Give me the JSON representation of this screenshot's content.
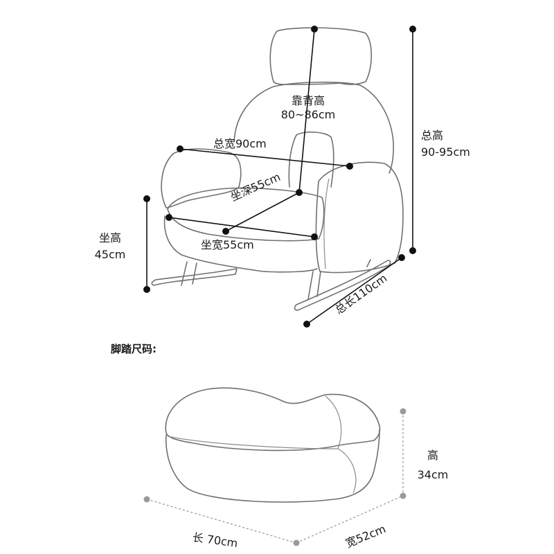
{
  "chair": {
    "backrest_height": {
      "label": "靠背高",
      "value": "80~86cm"
    },
    "total_width": {
      "label": "总宽90cm"
    },
    "total_height": {
      "label": "总高",
      "value": "90-95cm"
    },
    "seat_depth": {
      "label": "坐深55cm"
    },
    "seat_height": {
      "label": "坐高",
      "value": "45cm"
    },
    "seat_width": {
      "label": "坐宽55cm"
    },
    "total_length": {
      "label": "总长110cm"
    }
  },
  "ottoman": {
    "heading": "脚踏尺码:",
    "height": {
      "label": "高",
      "value": "34cm"
    },
    "length": {
      "label": "长 70cm"
    },
    "width": {
      "label": "宽52cm"
    }
  },
  "colors": {
    "outline": "#6f6f6f",
    "dimension_line": "#111111",
    "ottoman_dimension": "#9a9a9a"
  }
}
